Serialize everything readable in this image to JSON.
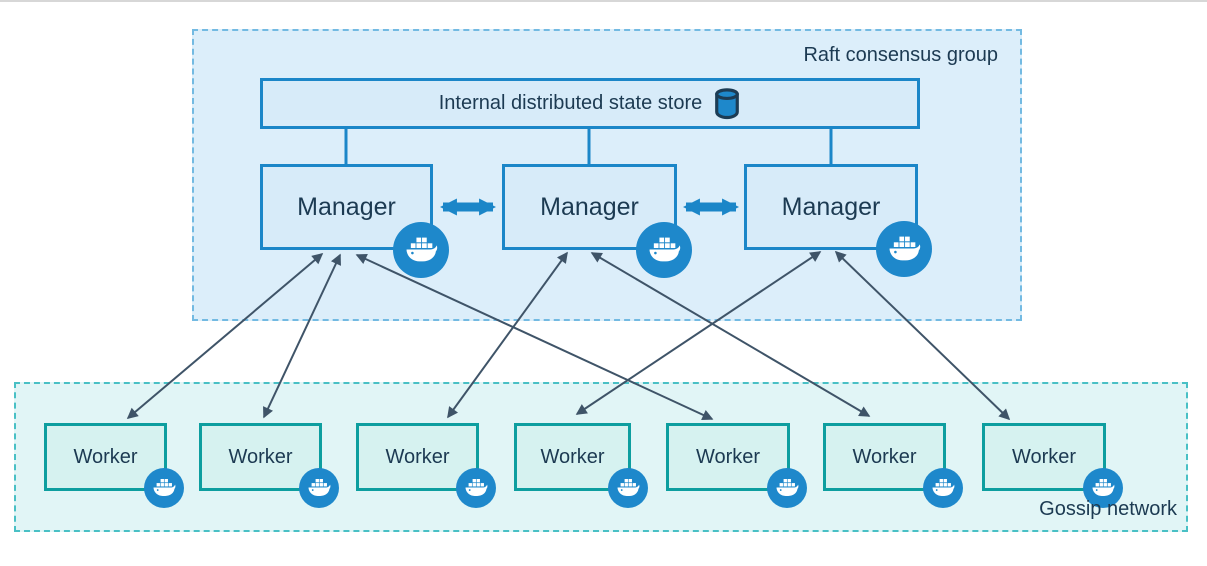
{
  "raft_group": {
    "label": "Raft consensus group",
    "state_store": {
      "label": "Internal distributed state store",
      "icon": "database-cylinder-icon"
    },
    "managers": [
      {
        "id": "manager-1",
        "label": "Manager"
      },
      {
        "id": "manager-2",
        "label": "Manager"
      },
      {
        "id": "manager-3",
        "label": "Manager"
      }
    ]
  },
  "gossip_network": {
    "label": "Gossip network",
    "workers": [
      {
        "id": "worker-1",
        "label": "Worker"
      },
      {
        "id": "worker-2",
        "label": "Worker"
      },
      {
        "id": "worker-3",
        "label": "Worker"
      },
      {
        "id": "worker-4",
        "label": "Worker"
      },
      {
        "id": "worker-5",
        "label": "Worker"
      },
      {
        "id": "worker-6",
        "label": "Worker"
      },
      {
        "id": "worker-7",
        "label": "Worker"
      }
    ]
  },
  "connections": {
    "bidirectional": true,
    "state_store_links": [
      "manager-1",
      "manager-2",
      "manager-3"
    ],
    "manager_peer_links": [
      [
        "manager-1",
        "manager-2"
      ],
      [
        "manager-2",
        "manager-3"
      ]
    ],
    "manager_worker_links": [
      [
        "manager-1",
        "worker-1"
      ],
      [
        "manager-1",
        "worker-2"
      ],
      [
        "manager-1",
        "worker-5"
      ],
      [
        "manager-2",
        "worker-3"
      ],
      [
        "manager-2",
        "worker-6"
      ],
      [
        "manager-3",
        "worker-4"
      ],
      [
        "manager-3",
        "worker-7"
      ]
    ]
  },
  "icons": {
    "node_badge": "docker-whale-icon",
    "state_store": "database-cylinder-icon"
  },
  "colors": {
    "raft_fill": "#dceefa",
    "raft_border": "#73bae2",
    "blue_node_fill": "#d7ebf9",
    "blue_node_border": "#1b86c8",
    "gossip_fill": "#e1f5f6",
    "gossip_border": "#49c0c5",
    "worker_fill": "#d6f2f0",
    "worker_border": "#0d9e9f",
    "docker_blue": "#1e88cb",
    "thick_arrow": "#1b86c8",
    "thin_arrow": "#3f5468",
    "text": "#1c3a52"
  }
}
